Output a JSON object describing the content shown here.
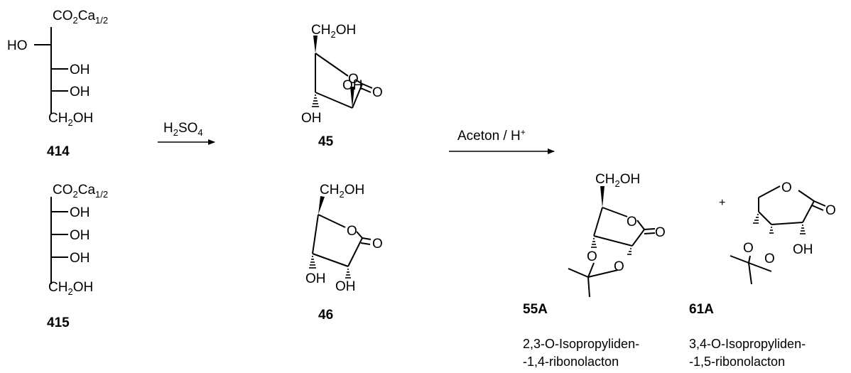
{
  "compounds": {
    "c414": {
      "id": "414",
      "top": "CO2Ca1/2",
      "top_main": "CO",
      "top_sub1": "2",
      "top_mid": "Ca",
      "top_sub2": "1/2",
      "ho": "HO",
      "oh1": "OH",
      "oh2": "OH",
      "bottom_main": "CH",
      "bottom_sub": "2",
      "bottom_end": "OH"
    },
    "c415": {
      "id": "415",
      "top_main": "CO",
      "top_sub1": "2",
      "top_mid": "Ca",
      "top_sub2": "1/2",
      "oh1": "OH",
      "oh2": "OH",
      "oh3": "OH",
      "bottom_main": "CH",
      "bottom_sub": "2",
      "bottom_end": "OH"
    },
    "c45": {
      "id": "45",
      "ch_main": "CH",
      "ch_sub": "2",
      "ch_end": "OH",
      "ring_o": "O",
      "oh_mid": "OH",
      "carbonyl_o": "O",
      "oh_low": "OH"
    },
    "c46": {
      "id": "46",
      "ch_main": "CH",
      "ch_sub": "2",
      "ch_end": "OH",
      "ring_o": "O",
      "carbonyl_o": "O",
      "oh_a": "OH",
      "oh_b": "OH"
    },
    "c55A": {
      "id": "55A",
      "ch_main": "CH",
      "ch_sub": "2",
      "ch_end": "OH",
      "ring_o": "O",
      "carbonyl_o": "O",
      "o_left": "O",
      "o_right": "O",
      "caption_line1": "2,3-O-Isopropyliden-",
      "caption_line2": "-1,4-ribonolacton"
    },
    "c61A": {
      "id": "61A",
      "ring_o": "O",
      "carbonyl_o": "O",
      "o_left": "O",
      "o_right": "O",
      "oh": "OH",
      "caption_line1": "3,4-O-Isopropyliden-",
      "caption_line2": "-1,5-ribonolacton"
    }
  },
  "reagents": {
    "step1_main": "H",
    "step1_sub1": "2",
    "step1_mid": "SO",
    "step1_sub2": "4",
    "step2_main": "Aceton / H",
    "step2_sup": "+"
  },
  "plus_sign": "+"
}
